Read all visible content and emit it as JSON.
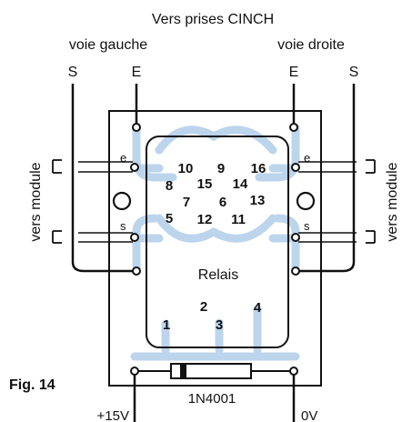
{
  "labels": {
    "title": "Vers prises CINCH",
    "left_channel": "voie gauche",
    "right_channel": "voie droite",
    "s_left": "S",
    "e_left": "E",
    "e_right": "E",
    "s_right": "S",
    "module_left": "vers module",
    "module_right": "vers module",
    "e_small_left": "e",
    "s_small_left": "s",
    "e_small_right": "e",
    "s_small_right": "s",
    "relay": "Relais",
    "diode": "1N4001",
    "fig": "Fig. 14",
    "supply_plus": "+15V",
    "supply_zero": "0V"
  },
  "relay_pins": [
    "10",
    "9",
    "16",
    "8",
    "15",
    "14",
    "7",
    "6",
    "13",
    "5",
    "12",
    "11"
  ],
  "bottom_pins": [
    "2",
    "4",
    "1",
    "3"
  ],
  "colors": {
    "trace": "#bcd5ec",
    "ink": "#111111",
    "board": "#ffffff"
  }
}
